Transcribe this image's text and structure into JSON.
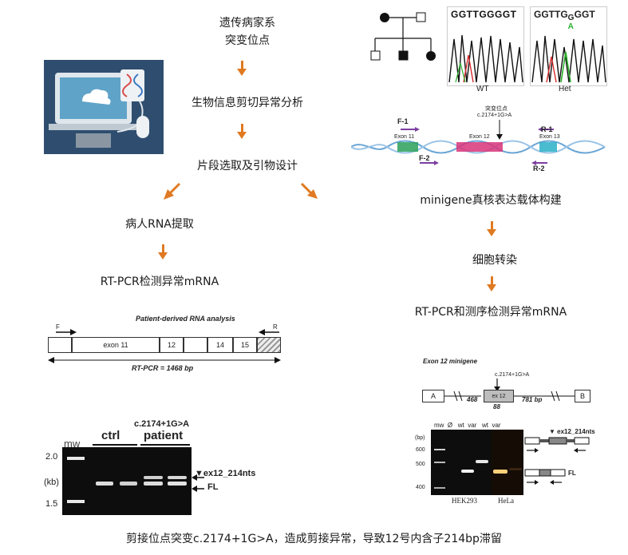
{
  "left_flow": {
    "step1_line1": "遗传病家系",
    "step1_line2": "突变位点",
    "step2": "生物信息剪切异常分析",
    "step3": "片段选取及引物设计",
    "step4": "病人RNA提取",
    "step5": "RT-PCR检测异常mRNA"
  },
  "right_flow": {
    "step1": "minigene真核表达载体构建",
    "step2": "细胞转染",
    "step3": "RT-PCR和测序检测异常mRNA"
  },
  "chromatogram": {
    "wt_seq": "GGTTGGGGT",
    "het_seq_a": "GGTTG",
    "het_seq_b": "G",
    "het_seq_alt": "A",
    "het_seq_c": "GGT",
    "wt_label": "WT",
    "het_label": "Het"
  },
  "gene_map": {
    "mutation_title": "突变位点",
    "mutation_name": "c.2174+1G>A",
    "exon11": "Exon 11",
    "exon12": "Exon 12",
    "exon13": "Exon 13",
    "f1": "F-1",
    "f2": "F-2",
    "r1": "R-1",
    "r2": "R-2"
  },
  "patient_rna": {
    "title": "Patient-derived RNA analysis",
    "primer_f": "F",
    "primer_r": "R",
    "exon11": "exon 11",
    "exon12": "12",
    "exon14": "14",
    "exon15": "15",
    "rtpcr": "RT-PCR  =  1468 bp"
  },
  "patient_gel": {
    "mw": "mw",
    "ctrl": "ctrl",
    "mutation": "c.2174+1G>A",
    "patient": "patient",
    "kb_20": "2.0",
    "kb_unit": "(kb)",
    "kb_15": "1.5",
    "band_ex12": "▼ex12_214nts",
    "band_fl": "FL"
  },
  "minigene": {
    "title": "Exon 12 minigene",
    "mutation": "c.2174+1G>A",
    "box_a": "A",
    "box_b": "B",
    "exon": "ex 12",
    "len_468": "468",
    "len_88": "88",
    "len_781": "781 bp"
  },
  "minigene_gel": {
    "header": "mw  Ø   wt  var   wt  var",
    "bp": "(bp)",
    "bp600": "600",
    "bp500": "500",
    "bp400": "400",
    "cell1": "HEK293",
    "cell2": "HeLa",
    "ex12_label": "▼ ex12_214nts",
    "fl_label": "FL"
  },
  "footer": "剪接位点突变c.2174+1G>A，造成剪接异常，导致12号内含子214bp滞留",
  "colors": {
    "arrow": "#e07a22",
    "exon12": "#d8357a",
    "exon11": "#2aa05a",
    "exon13": "#2ab0c8",
    "primer": "#7b3fa0"
  }
}
